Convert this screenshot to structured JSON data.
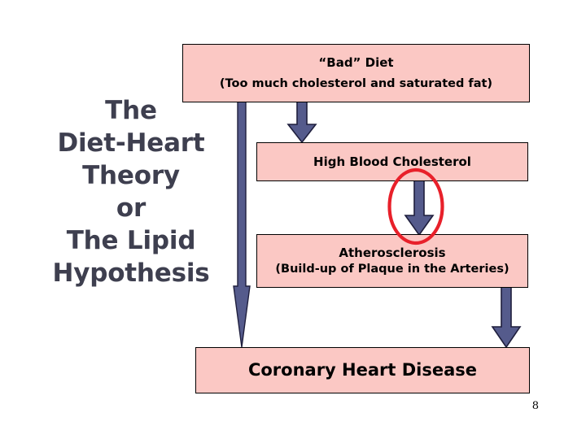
{
  "slide": {
    "background_color": "#ffffff",
    "page_number": "8",
    "title": "The\nDiet-Heart\nTheory\nor\nThe Lipid\nHypothesis",
    "title_color": "#3e3f4f"
  },
  "theme": {
    "box_fill": "#fbc8c4",
    "box_border": "#000000",
    "arrow_fill": "#555b8c",
    "arrow_stroke": "#1f1f3d",
    "highlight_color": "#e8202a",
    "text_color": "#000000"
  },
  "flowchart": {
    "type": "diagram",
    "nodes": [
      {
        "id": "bad-diet",
        "line1": "“Bad” Diet",
        "line2": "(Too much cholesterol and saturated fat)"
      },
      {
        "id": "high-blood-cholesterol",
        "line1": "High Blood Cholesterol",
        "line2": ""
      },
      {
        "id": "atherosclerosis",
        "line1": "Atherosclerosis",
        "line2": "(Build-up of Plaque in the Arteries)"
      },
      {
        "id": "coronary-heart-disease",
        "line1": "Coronary Heart Disease",
        "line2": ""
      }
    ],
    "arrows": [
      {
        "id": "bad-diet-to-coronary-heart-disease",
        "from": "bad-diet",
        "to": "coronary-heart-disease",
        "direction": "down"
      },
      {
        "id": "bad-diet-to-high-blood-cholesterol",
        "from": "bad-diet",
        "to": "high-blood-cholesterol",
        "direction": "down"
      },
      {
        "id": "high-blood-cholesterol-to-atherosclerosis",
        "from": "high-blood-cholesterol",
        "to": "atherosclerosis",
        "direction": "down",
        "highlighted": true
      },
      {
        "id": "atherosclerosis-to-coronary-heart-disease",
        "from": "atherosclerosis",
        "to": "coronary-heart-disease",
        "direction": "down"
      }
    ],
    "annotations": [
      {
        "id": "red-ellipse-highlight",
        "shape": "ellipse",
        "targets": "high-blood-cholesterol-to-atherosclerosis"
      }
    ]
  }
}
